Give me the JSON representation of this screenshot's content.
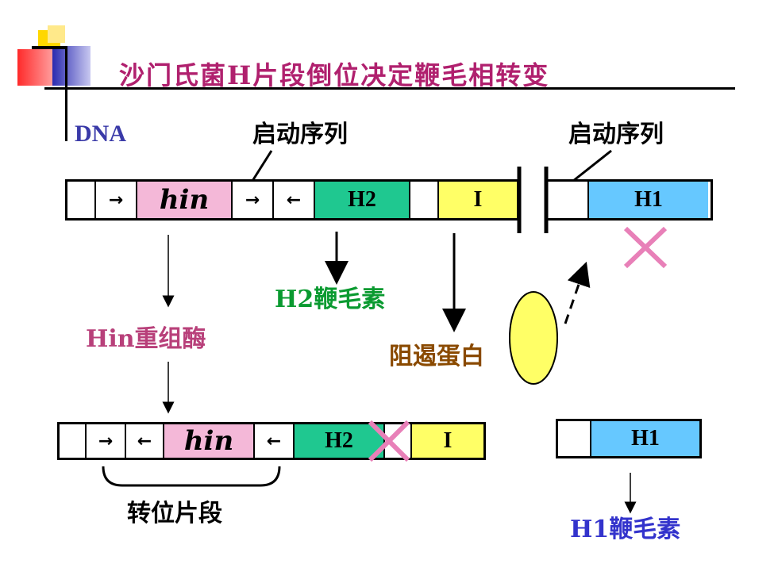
{
  "title": "沙门氏菌H片段倒位决定鞭毛相转变",
  "dna_label": "DNA",
  "promoter_label_left": "启动序列",
  "promoter_label_right": "启动序列",
  "genes": {
    "hin": "hin",
    "h2": "H2",
    "i": "I",
    "h1": "H1"
  },
  "arrows": {
    "right": "→",
    "left": "←"
  },
  "products": {
    "h2_flagellin": "H2鞭毛素",
    "hin_recombinase": "Hin重组酶",
    "repressor": "阻遏蛋白",
    "h1_flagellin": "H1鞭毛素"
  },
  "invertible_segment_label": "转位片段",
  "colors": {
    "title": "#b0206e",
    "dna_label": "#3a3aa8",
    "hin_box": "#f4b8d8",
    "h2_box": "#1fc890",
    "i_box": "#ffff66",
    "h1_box": "#66c8ff",
    "h2_text": "#0a9a30",
    "hin_text": "#b8407a",
    "repressor_text": "#8a4a00",
    "h1_text": "#3333cc",
    "cross": "#e880b8",
    "repressor_shape": "#ffff66"
  }
}
